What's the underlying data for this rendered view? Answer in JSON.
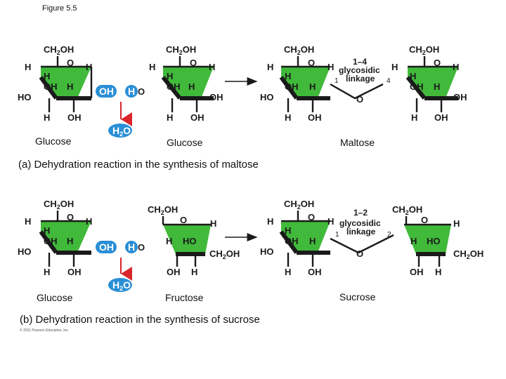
{
  "figure_label": "Figure 5.5",
  "panel_a": {
    "caption": "(a) Dehydration reaction in the synthesis of maltose",
    "reactant_1": "Glucose",
    "reactant_2": "Glucose",
    "product": "Maltose",
    "linkage_bond": "1–4",
    "linkage_word1": "glycosidic",
    "linkage_word2": "linkage",
    "carbon_left": "1",
    "carbon_right": "4"
  },
  "panel_b": {
    "caption": "(b) Dehydration reaction in the synthesis of sucrose",
    "reactant_1": "Glucose",
    "reactant_2": "Fructose",
    "product": "Sucrose",
    "linkage_bond": "1–2",
    "linkage_word1": "glycosidic",
    "linkage_word2": "linkage",
    "carbon_left": "1",
    "carbon_right": "2"
  },
  "water_label": "H₂O",
  "copyright": "© 2011 Pearson Education, Inc.",
  "colors": {
    "ring_fill": "#41b93b",
    "hydroxyl_pill": "#2a8fd6",
    "arrow_red": "#d8262c"
  }
}
